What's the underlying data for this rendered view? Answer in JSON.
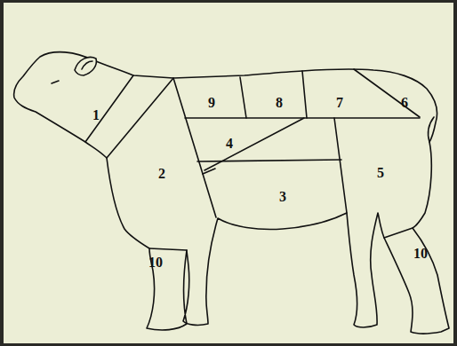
{
  "diagram": {
    "labels": [
      "1",
      "2",
      "9",
      "8",
      "7",
      "6",
      "4",
      "5",
      "3",
      "10",
      "10"
    ]
  }
}
